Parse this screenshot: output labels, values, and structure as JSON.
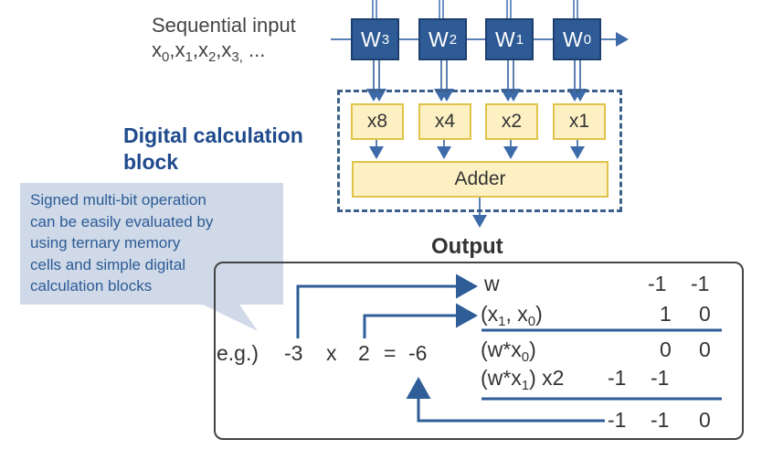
{
  "sequential_input": {
    "label": "Sequential input",
    "x_prefix": "x",
    "x_subs": [
      "0",
      "1",
      "2",
      "3,"
    ],
    "ellipsis": "..."
  },
  "weights": [
    {
      "base": "W",
      "sub": "3"
    },
    {
      "base": "W",
      "sub": "2"
    },
    {
      "base": "W",
      "sub": "1"
    },
    {
      "base": "W",
      "sub": "0"
    }
  ],
  "multipliers": [
    "x8",
    "x4",
    "x2",
    "x1"
  ],
  "adder_label": "Adder",
  "block_title": [
    "Digital calculation",
    "block"
  ],
  "output_label": "Output",
  "callout_lines": [
    "Signed multi-bit operation",
    "can be easily evaluated by",
    "using ternary memory",
    "cells and simple digital",
    "calculation blocks"
  ],
  "example": {
    "prefix": "e.g.)",
    "a": "-3",
    "op": "x",
    "b": "2",
    "eq": "=",
    "result": "-6"
  },
  "calc_rows": {
    "w_label": "w",
    "w_vals": [
      "-1",
      "-1"
    ],
    "x_open": "(x",
    "x_sub1": "1",
    "x_mid": ", x",
    "x_sub0": "0",
    "x_close": ")",
    "x_vals": [
      "1",
      "0"
    ],
    "p0_open": "(w*x",
    "p0_sub": "0",
    "p0_close": ")",
    "p0_vals": [
      "0",
      "0"
    ],
    "p1_open": "(w*x",
    "p1_sub": "1",
    "p1_close": ")",
    "p1_suffix": "x2",
    "p1_vals": [
      "-1",
      "-1"
    ],
    "final_vals": [
      "-1",
      "-1",
      "0"
    ]
  },
  "colors": {
    "weight_fill": "#2e5b95",
    "block_fill": "#fdf1c4",
    "block_border": "#e0c34a",
    "accent_blue": "#1f4a8c",
    "arrow_blue": "#2f5d98",
    "callout_fill": "#cfd9e8"
  }
}
